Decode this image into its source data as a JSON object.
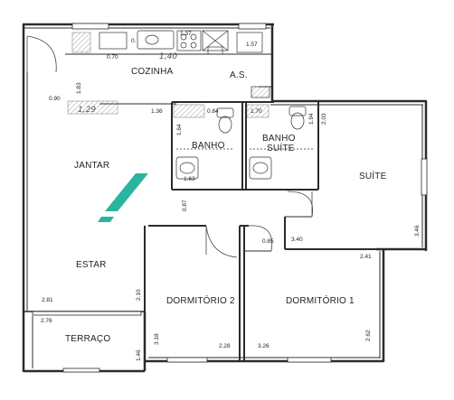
{
  "rooms": {
    "cozinha": "COZINHA",
    "as": "A.S.",
    "jantar": "JANTAR",
    "estar": "ESTAR",
    "terraco": "TERRAÇO",
    "banho": "BANHO",
    "banho_suite_1": "BANHO",
    "banho_suite_2": "SUÍTE",
    "suite": "SUÍTE",
    "dormitorio_2": "DORMITÓRIO 2",
    "dormitorio_1": "DORMITÓRIO 1"
  },
  "dimensions": {
    "d_0_90": "0.90",
    "d_1_83": "1.83",
    "d_1_36": "1.36",
    "d_1_64": "1.64",
    "d_0_84": "0.84",
    "d_1_63": "1.63",
    "d_1_70": "1.70",
    "d_1_94": "1.94",
    "d_2_03": "2.03",
    "d_1_57": "1.57",
    "d_0_87": "0.87",
    "d_0_85": "0.85",
    "d_3_40": "3.40",
    "d_3_46": "3.46",
    "d_2_41": "2.41",
    "d_2_81": "2.81",
    "d_2_10": "2.10",
    "d_2_76": "2.76",
    "d_1_46": "1.46",
    "d_3_18": "3.18",
    "d_2_28": "2.28",
    "d_3_26": "3.26",
    "d_2_62": "2.62",
    "d_0_70": "0.70",
    "d_0_1": "0.",
    "d_1_37": "1.37"
  },
  "handwritten": {
    "h_1_40": "1,40",
    "h_1_29": "1,29"
  },
  "colors": {
    "wall": "#2b2b2b",
    "accent": "#2bb5a0"
  }
}
